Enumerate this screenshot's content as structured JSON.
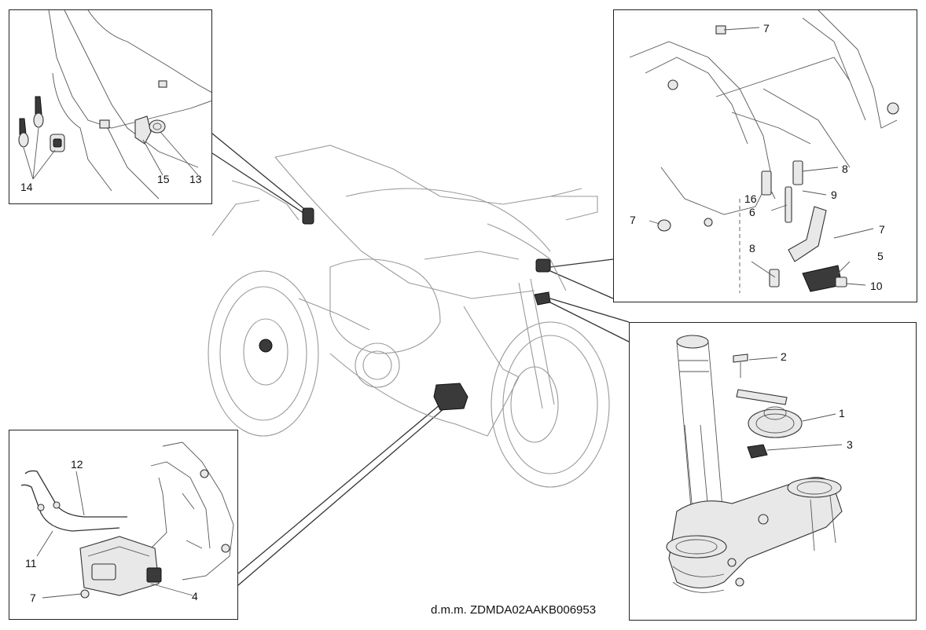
{
  "caption": "d.m.m. ZDMDA02AAKB006953",
  "callouts": {
    "top_left": [
      "14",
      "15",
      "13"
    ],
    "top_right": [
      "7",
      "8",
      "16",
      "9",
      "6",
      "7",
      "8",
      "5",
      "10",
      "7"
    ],
    "bottom_right": [
      "2",
      "1",
      "3"
    ],
    "bottom_left": [
      "12",
      "11",
      "7",
      "4"
    ]
  }
}
